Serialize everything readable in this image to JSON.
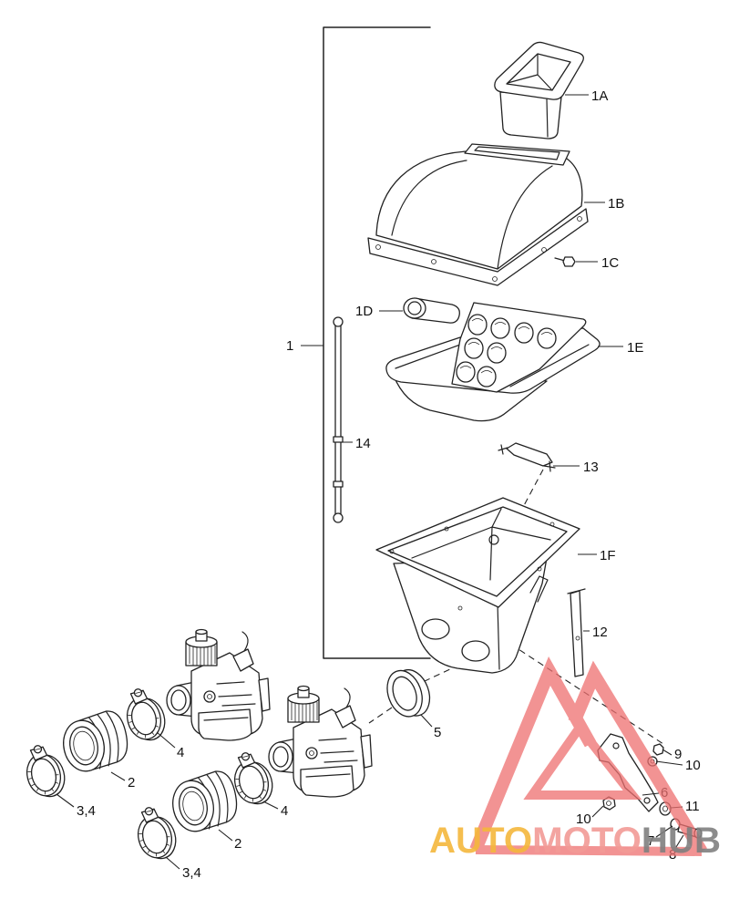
{
  "callouts": [
    "1A",
    "1B",
    "1C",
    "1D",
    "1E",
    "1",
    "14",
    "13",
    "1F",
    "12",
    "5",
    "4",
    "2",
    "3,4",
    "4",
    "2",
    "3,4",
    "9",
    "10",
    "6",
    "11",
    "10",
    "7",
    "8"
  ],
  "watermark": {
    "auto": "AUTO",
    "moto": "MOTO",
    "hub": "HUB"
  },
  "colors": {
    "background": "#ffffff",
    "line_art": "#222222",
    "watermark_logo": "#ee7070",
    "watermark_auto": "#f4b73c",
    "watermark_moto": "#f29a96",
    "watermark_hub": "#7f7f7f"
  }
}
